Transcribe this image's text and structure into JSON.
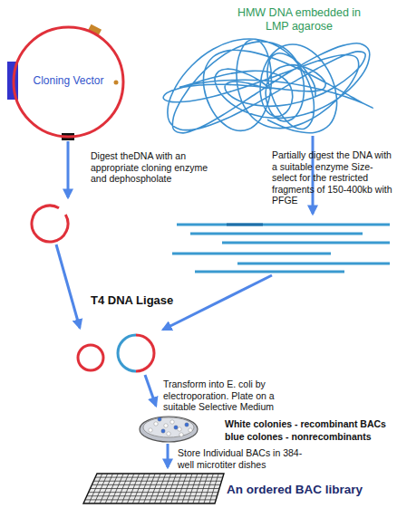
{
  "diagram": {
    "nodes": [
      {
        "text": [
          "Cloning Vector"
        ]
      },
      {
        "text": [
          "HMW DNA embedded in LMP agarose"
        ]
      },
      {
        "text": [
          "White colonies - recombinant BACs",
          "blue colones - nonrecombinants"
        ]
      },
      {
        "text": [
          "An ordered BAC library"
        ]
      }
    ],
    "edges": [
      {
        "from": 2,
        "to": 3,
        "label": "Store Individual BACs in 384-well microtiter dishes",
        "arrow": "to"
      }
    ],
    "labels": [
      "Digest theDNA with an appropriate cloning enzyme and dephospholate",
      "Partially digest the DNA with a suitable enzyme Size-select for the restricted fragments of 150-400kb with PFGE",
      "T4 DNA Ligase",
      "Transform into E. coli by electroporation. Plate on a suitable Selective Medium"
    ]
  }
}
